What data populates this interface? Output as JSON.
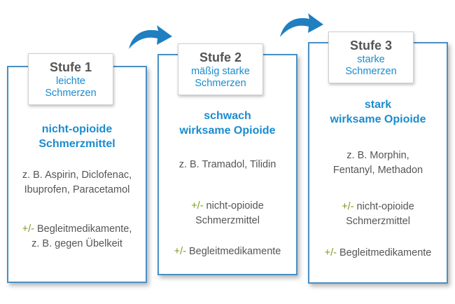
{
  "stages": [
    {
      "title": "Stufe 1",
      "subtitle": "leichte\nSchmerzen",
      "heading": "nicht-opioide\nSchmerzmittel",
      "examples": "z. B. Aspirin, Diclofenac,\nIbuprofen, Paracetamol",
      "addon_sign": "+/-",
      "addon": " Begleitmedikamente,\nz. B. gegen Übelkeit"
    },
    {
      "title": "Stufe 2",
      "subtitle": "mäßig starke\nSchmerzen",
      "heading": "schwach\nwirksame Opioide",
      "examples": "z. B. Tramadol, Tilidin",
      "addon1_sign": "+/-",
      "addon1": " nicht-opioide\nSchmerzmittel",
      "addon2_sign": "+/-",
      "addon2": " Begleitmedikamente"
    },
    {
      "title": "Stufe 3",
      "subtitle": "starke\nSchmerzen",
      "heading": "stark\nwirksame Opioide",
      "examples": "z. B. Morphin,\nFentanyl, Methadon",
      "addon1_sign": "+/-",
      "addon1": " nicht-opioide\nSchmerzmittel",
      "addon2_sign": "+/-",
      "addon2": " Begleitmedikamente"
    }
  ],
  "colors": {
    "accent": "#1a8ccf",
    "border": "#4a8fc4",
    "text": "#555555",
    "plus_minus": "#7a9a1e",
    "arrow": "#1f7fc0"
  },
  "icons": [
    "curved-arrow-right-icon",
    "curved-arrow-right-icon"
  ]
}
